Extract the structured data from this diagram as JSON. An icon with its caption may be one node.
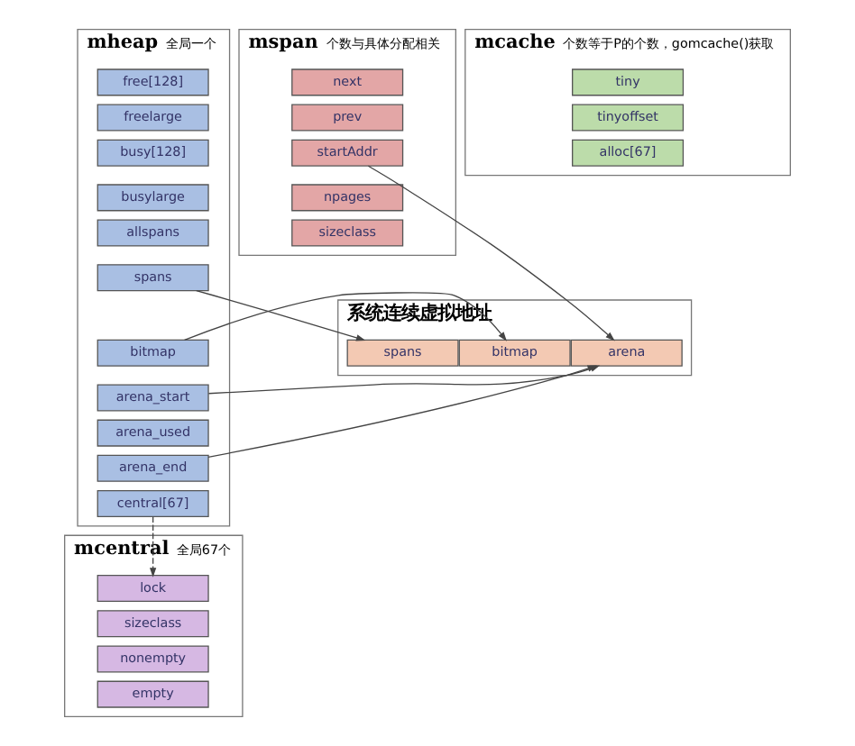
{
  "diagram": {
    "nodes": [
      {
        "text": [
          "mheap",
          "全局一个"
        ]
      },
      {
        "text": [
          "free[128]"
        ],
        "in": 0
      },
      {
        "text": [
          "freelarge"
        ],
        "in": 0
      },
      {
        "text": [
          "busy[128]"
        ],
        "in": 0
      },
      {
        "text": [
          "busylarge"
        ],
        "in": 0
      },
      {
        "text": [
          "allspans"
        ],
        "in": 0
      },
      {
        "text": [
          "spans"
        ],
        "in": 0
      },
      {
        "text": [
          "bitmap"
        ],
        "in": 0
      },
      {
        "text": [
          "arena_start"
        ],
        "in": 0
      },
      {
        "text": [
          "arena_used"
        ],
        "in": 0
      },
      {
        "text": [
          "arena_end"
        ],
        "in": 0
      },
      {
        "text": [
          "central[67]"
        ],
        "in": 0
      },
      {
        "text": [
          "mspan",
          "个数与具体分配相关"
        ]
      },
      {
        "text": [
          "next"
        ],
        "in": 12
      },
      {
        "text": [
          "prev"
        ],
        "in": 12
      },
      {
        "text": [
          "startAddr"
        ],
        "in": 12
      },
      {
        "text": [
          "npages"
        ],
        "in": 12
      },
      {
        "text": [
          "sizeclass"
        ],
        "in": 12
      },
      {
        "text": [
          "系统连续虚拟地址"
        ]
      },
      {
        "text": [
          "spans"
        ],
        "in": 18
      },
      {
        "text": [
          "bitmap"
        ],
        "in": 18
      },
      {
        "text": [
          "arena"
        ],
        "in": 18
      },
      {
        "text": [
          "mcentral",
          "全局67个"
        ]
      },
      {
        "text": [
          "lock"
        ],
        "in": 22
      },
      {
        "text": [
          "sizeclass"
        ],
        "in": 22
      },
      {
        "text": [
          "nonempty"
        ],
        "in": 22
      },
      {
        "text": [
          "empty"
        ],
        "in": 22
      },
      {
        "text": [
          "mcache",
          "个数等于P的个数，gomcache()获取"
        ]
      },
      {
        "text": [
          "tiny"
        ],
        "in": 27
      },
      {
        "text": [
          "tinyoffset"
        ],
        "in": 27
      },
      {
        "text": [
          "alloc[67]"
        ],
        "in": 27
      }
    ],
    "edges": [
      {
        "from": 6,
        "to": 19,
        "arrow": "to"
      },
      {
        "from": 7,
        "to": 20,
        "arrow": "to"
      },
      {
        "from": 8,
        "to": 21,
        "arrow": "to"
      },
      {
        "from": 10,
        "to": 21,
        "arrow": "to"
      },
      {
        "from": 15,
        "to": 21,
        "arrow": "to"
      },
      {
        "from": 11,
        "to": 23,
        "arrow": "to",
        "style": "dashed"
      }
    ]
  }
}
